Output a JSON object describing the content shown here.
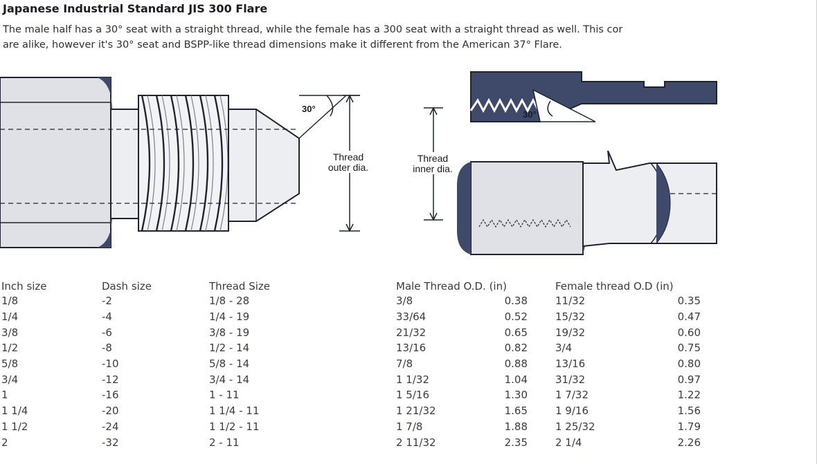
{
  "heading": "Japanese Industrial Standard JIS 300 Flare",
  "description": [
    "The male half has a 30° seat with a straight thread, while the female has a 300 seat with a straight thread as well. This cor",
    "are alike, however it's 30° seat and BSPP-like thread dimensions make it different from the American 37° Flare."
  ],
  "diagram": {
    "male_angle": "30°",
    "female_angle": "30°",
    "outer_label": [
      "Thread",
      "outer dia."
    ],
    "inner_label": [
      "Thread",
      "inner dia."
    ],
    "colors": {
      "dark": "#3f4a6b",
      "light": "#dfe1e6",
      "line": "#1f2330"
    }
  },
  "table": {
    "headers": [
      "Inch size",
      "Dash size",
      "Thread Size",
      "Male Thread O.D. (in)",
      "Female thread O.D (in)"
    ],
    "rows": [
      {
        "inch": "1/8",
        "dash": "-2",
        "thread": "1/8 - 28",
        "male_frac": "3/8",
        "male": "0.38",
        "female_frac": "11/32",
        "female": "0.35"
      },
      {
        "inch": "1/4",
        "dash": "-4",
        "thread": "1/4 - 19",
        "male_frac": "33/64",
        "male": "0.52",
        "female_frac": "15/32",
        "female": "0.47"
      },
      {
        "inch": "3/8",
        "dash": "-6",
        "thread": "3/8 - 19",
        "male_frac": "21/32",
        "male": "0.65",
        "female_frac": "19/32",
        "female": "0.60"
      },
      {
        "inch": "1/2",
        "dash": "-8",
        "thread": "1/2 - 14",
        "male_frac": "13/16",
        "male": "0.82",
        "female_frac": "3/4",
        "female": "0.75"
      },
      {
        "inch": "5/8",
        "dash": "-10",
        "thread": "5/8 - 14",
        "male_frac": "7/8",
        "male": "0.88",
        "female_frac": "13/16",
        "female": "0.80"
      },
      {
        "inch": "3/4",
        "dash": "-12",
        "thread": "3/4 - 14",
        "male_frac": "1 1/32",
        "male": "1.04",
        "female_frac": "31/32",
        "female": "0.97"
      },
      {
        "inch": "1",
        "dash": "-16",
        "thread": "1 - 11",
        "male_frac": "1 5/16",
        "male": "1.30",
        "female_frac": "1 7/32",
        "female": "1.22"
      },
      {
        "inch": "1 1/4",
        "dash": "-20",
        "thread": "1 1/4 - 11",
        "male_frac": "1 21/32",
        "male": "1.65",
        "female_frac": "1 9/16",
        "female": "1.56"
      },
      {
        "inch": "1 1/2",
        "dash": "-24",
        "thread": "1 1/2 - 11",
        "male_frac": "1 7/8",
        "male": "1.88",
        "female_frac": "1 25/32",
        "female": "1.79"
      },
      {
        "inch": "2",
        "dash": "-32",
        "thread": "2 - 11",
        "male_frac": "2 11/32",
        "male": "2.35",
        "female_frac": "2 1/4",
        "female": "2.26"
      }
    ]
  }
}
